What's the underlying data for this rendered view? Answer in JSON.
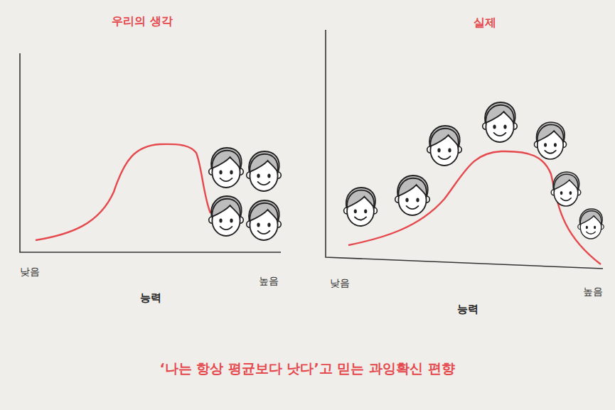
{
  "diagram": {
    "caption": "‘나는 항상 평균보다 낫다’고 믿는 과잉확신 편향",
    "labels": [
      "우리의 생각",
      "낮음",
      "높음",
      "능력",
      "실제",
      "낮음",
      "높음",
      "능력"
    ]
  }
}
